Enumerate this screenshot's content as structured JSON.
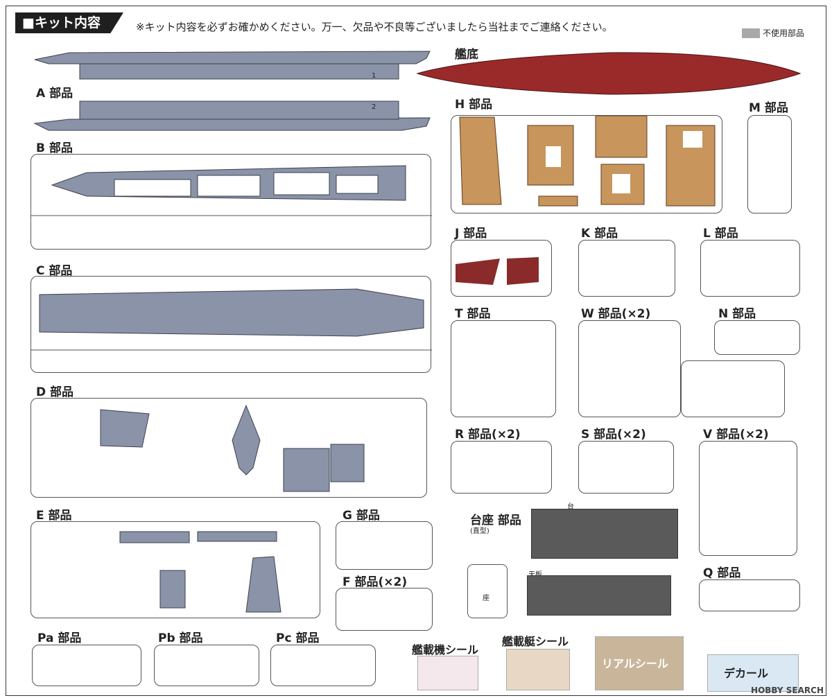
{
  "header": {
    "title": "■キット内容",
    "notice": "※キット内容を必ずお確かめください。万一、欠品や不良等ございましたら当社までご連絡ください。",
    "legend_label": "不使用部品"
  },
  "parts": {
    "A": "A 部品",
    "B": "B 部品",
    "C": "C 部品",
    "D": "D 部品",
    "E": "E 部品",
    "G": "G 部品",
    "F": "F 部品(×2)",
    "H": "H 部品",
    "M": "M 部品",
    "J": "J 部品",
    "K": "K 部品",
    "L": "L 部品",
    "T": "T 部品",
    "W": "W 部品(×2)",
    "N": "N 部品",
    "R": "R 部品(×2)",
    "S": "S 部品(×2)",
    "V": "V 部品(×2)",
    "Q": "Q 部品",
    "Pa": "Pa 部品",
    "Pb": "Pb 部品",
    "Pc": "Pc 部品",
    "hull_bottom": "艦底",
    "base": "台座 部品",
    "base_sub": "(直型)",
    "base_top": "台",
    "base_seat": "座",
    "base_plate": "天板"
  },
  "stickers": {
    "aircraft": "艦載機シール",
    "boat": "艦載艇シール",
    "real": "リアルシール",
    "decal": "デカール"
  },
  "watermark": "HOBBY SEARCH",
  "colors": {
    "grey_part": "#8a93a8",
    "tan_part": "#c8955c",
    "hull_red": "#9a2a2a",
    "unused": "#a8a8a8"
  }
}
